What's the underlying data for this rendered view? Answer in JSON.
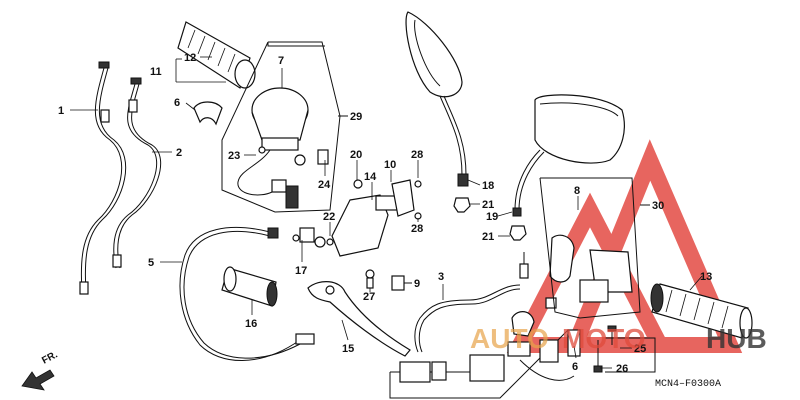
{
  "diagram_code": "MCN4–F0300A",
  "direction_label": "FR.",
  "watermark": {
    "word_left": "AUTO",
    "word_mid": "MOTO",
    "word_right": "HUB",
    "color_left": "#e8a34a",
    "color_mid": "#e04b3c",
    "color_right": "#333333",
    "triangle_color": "#e0322a"
  },
  "callouts": {
    "c1": "1",
    "c2": "2",
    "c3": "3",
    "c5": "5",
    "c6": "6",
    "c6b": "6",
    "c7": "7",
    "c8": "8",
    "c9": "9",
    "c10": "10",
    "c11": "11",
    "c12": "12",
    "c13": "13",
    "c14": "14",
    "c15": "15",
    "c16": "16",
    "c17": "17",
    "c18": "18",
    "c19": "19",
    "c20": "20",
    "c21a": "21",
    "c21b": "21",
    "c22": "22",
    "c23": "23",
    "c24": "24",
    "c25": "25",
    "c26": "26",
    "c27": "27",
    "c28a": "28",
    "c28b": "28",
    "c29": "29",
    "c30": "30"
  }
}
